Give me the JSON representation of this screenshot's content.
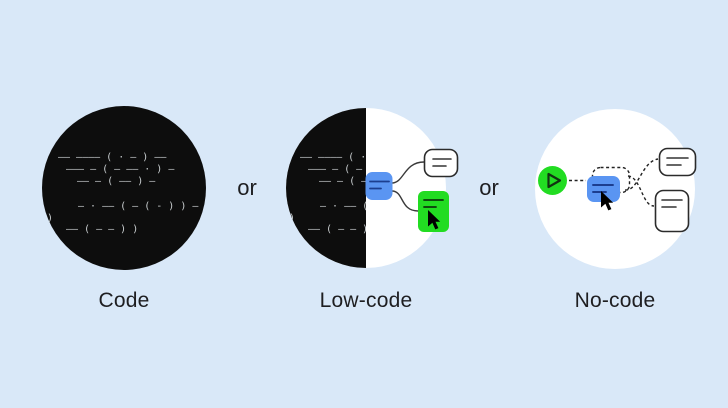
{
  "background_color": "#d9e8f8",
  "colors": {
    "circle_black": "#0d0d0d",
    "circle_white": "#ffffff",
    "node_blue": "#5a95f2",
    "node_green": "#22dc22",
    "code_text_gray": "#c9ced0",
    "ink": "#1e1e21",
    "card_outline": "#2b2b2b",
    "blue_node_line": "#1c3e8f",
    "green_node_line": "#0c350c"
  },
  "separators": {
    "or": "or"
  },
  "items": [
    {
      "label": "Code"
    },
    {
      "label": "Low-code"
    },
    {
      "label": "No-code"
    }
  ],
  "code_art_rows": [
    "—— ———— ( · — ) ——",
    "——— – ( – —— · ) –",
    "—— – ( —— ) –",
    "— · —— ( — ( - ) ) —",
    ")",
    "—— ( — — ) )"
  ],
  "icons": [
    "play-icon",
    "cursor-icon",
    "card-icon",
    "code-marks"
  ]
}
